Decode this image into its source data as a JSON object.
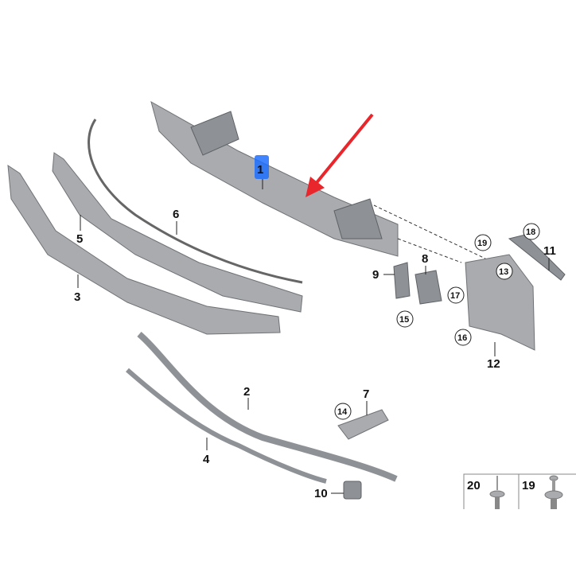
{
  "diagram": {
    "highlight_color": "#1e6fff",
    "arrow_color": "#e8262b",
    "highlighted_label": "1",
    "labels": [
      "1",
      "2",
      "3",
      "4",
      "5",
      "6",
      "7",
      "8",
      "9",
      "10",
      "11",
      "12"
    ],
    "circled_labels": [
      "13",
      "14",
      "15",
      "16",
      "17",
      "18",
      "19"
    ],
    "legend": [
      {
        "number": "20",
        "icon": "push-rivet-small-icon"
      },
      {
        "number": "19",
        "icon": "push-rivet-large-icon"
      }
    ]
  }
}
